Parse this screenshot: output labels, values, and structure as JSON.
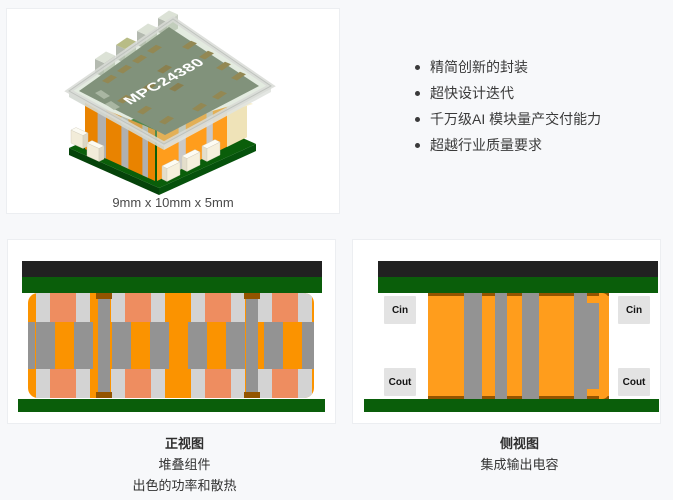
{
  "hero": {
    "chip_label": "MPC24380",
    "caption": "9mm x 10mm x 5mm"
  },
  "features": {
    "items": [
      {
        "label": "精简创新的封装"
      },
      {
        "label": "超快设计迭代"
      },
      {
        "label": "千万级AI 模块量产交付能力"
      },
      {
        "label": "超越行业质量要求"
      }
    ]
  },
  "front_view": {
    "title": "正视图",
    "caption_line1": "堆叠组件",
    "caption_line2": "出色的功率和散热"
  },
  "side_view": {
    "title": "侧视图",
    "caption_line1": "集成输出电容",
    "labels": {
      "cin": "Cin",
      "cout": "Cout"
    }
  },
  "colors": {
    "page_bg": "#F7F8FA",
    "card_bg": "#FFFFFF",
    "card_border": "#ECEEF1",
    "text_primary": "#3A3A3A",
    "text_secondary": "#4A4A4A",
    "orange": "#FB9300",
    "orange_light": "#FF9D1C",
    "salmon": "#EE8D60",
    "gray_block": "#D3D3D3",
    "gray_pillar": "#939393",
    "brown_cap": "#935400",
    "pcb_green": "#0A5E0A",
    "pcb_green_dark": "#064C08",
    "bar_black": "#212121",
    "cap_label_bg": "#E3E3E3"
  }
}
